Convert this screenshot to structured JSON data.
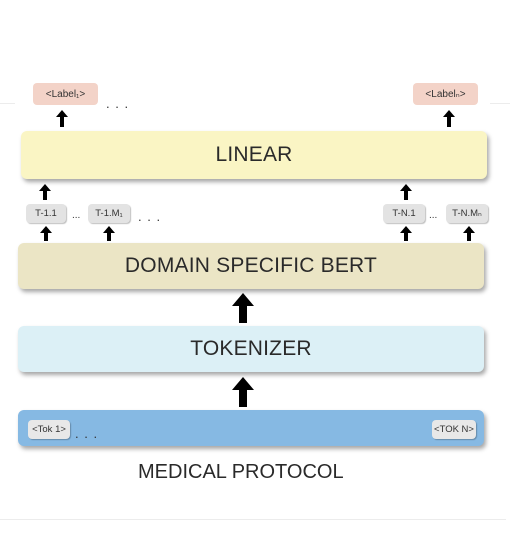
{
  "colors": {
    "linear": "#faf5c4",
    "bert": "#ebe5c5",
    "tokenizer": "#dcf0f6",
    "input": "#86b9e3",
    "label_pill": "#f3d3c8",
    "token_pill": "#e3e3e3"
  },
  "labels": {
    "first": "<Label₁>",
    "last": "<Labelₙ>",
    "ellipsis": ". . ."
  },
  "layers": {
    "linear": "LINEAR",
    "bert": "DOMAIN SPECIFIC BERT",
    "tokenizer": "TOKENIZER"
  },
  "embeddings": {
    "group1": [
      "T-1.1",
      "T-1.M₁"
    ],
    "groupN": [
      "T-N.1",
      "T-N.Mₙ"
    ],
    "inner_ellipsis": "...",
    "group_ellipsis": ". . ."
  },
  "input": {
    "first_token": "<Tok 1>",
    "last_token": "<TOK N>",
    "ellipsis": ". . ."
  },
  "caption": "MEDICAL PROTOCOL"
}
